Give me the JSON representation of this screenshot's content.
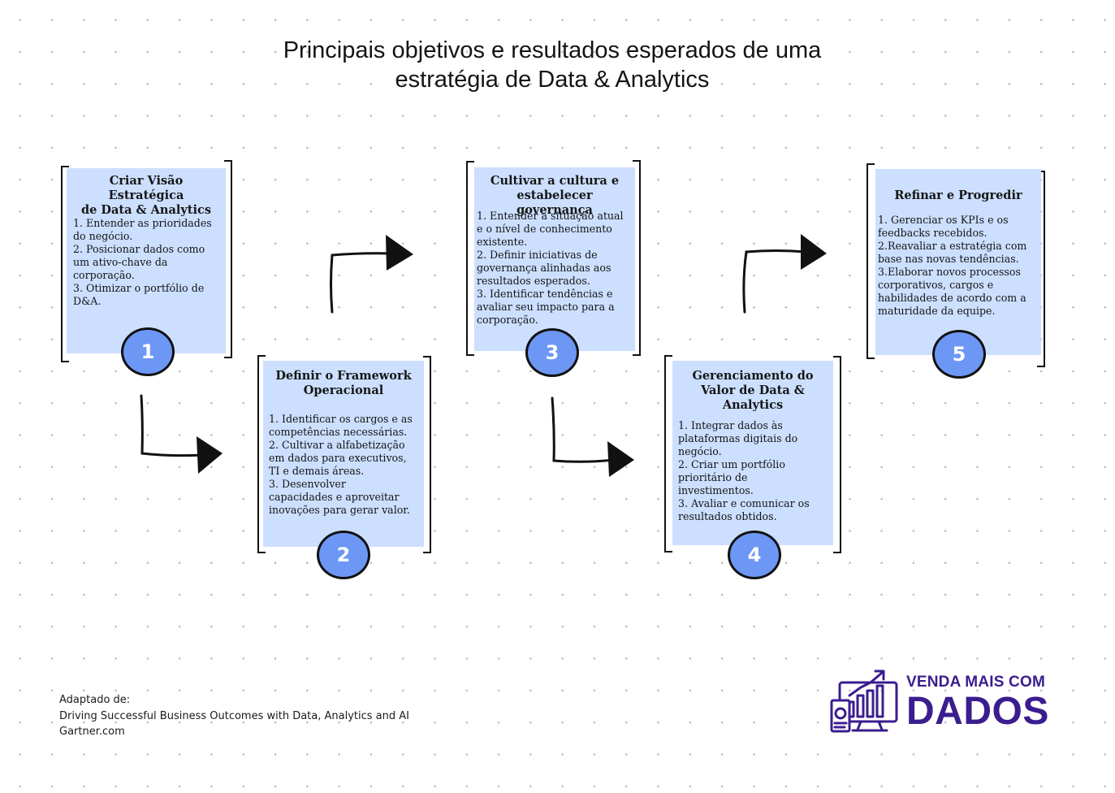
{
  "title": {
    "line1": "Principais objetivos e resultados esperados de uma",
    "line2": "estratégia de Data & Analytics"
  },
  "steps": [
    {
      "number": "1",
      "title_lines": [
        "Criar Visão Estratégica",
        "de Data & Analytics"
      ],
      "body_lines": [
        "1. Entender as prioridades",
        "do negócio.",
        "2. Posicionar dados como",
        "um ativo-chave da",
        "corporação.",
        "3. Otimizar o portfólio de",
        "D&A."
      ]
    },
    {
      "number": "2",
      "title_lines": [
        "Definir o Framework",
        "Operacional"
      ],
      "body_lines": [
        "1. Identificar os cargos e as",
        "competências necessárias.",
        "2. Cultivar a alfabetização",
        "em dados para executivos,",
        "TI e demais áreas.",
        "3. Desenvolver",
        "capacidades e aproveitar",
        "inovações para gerar valor."
      ]
    },
    {
      "number": "3",
      "title_lines": [
        "Cultivar a cultura e",
        "estabelecer governança"
      ],
      "body_lines": [
        "1. Entender a situação atual",
        "e o nível de conhecimento",
        "existente.",
        "2. Definir iniciativas de",
        "governança alinhadas aos",
        "resultados esperados.",
        "3. Identificar tendências e",
        "avaliar seu impacto para a",
        "corporação."
      ]
    },
    {
      "number": "4",
      "title_lines": [
        "Gerenciamento do",
        "Valor de Data &",
        "Analytics"
      ],
      "body_lines": [
        "1. Integrar dados às",
        "plataformas digitais do",
        "negócio.",
        "2. Criar um portfólio",
        "prioritário de",
        "investimentos.",
        "3. Avaliar e comunicar os",
        "resultados obtidos."
      ]
    },
    {
      "number": "5",
      "title_lines": [
        "Refinar e Progredir"
      ],
      "body_lines": [
        "1. Gerenciar os KPIs e os",
        "feedbacks recebidos.",
        "2.Reavaliar a estratégia com",
        "base nas novas tendências.",
        "3.Elaborar novos processos",
        "corporativos, cargos e",
        "habilidades de acordo com a",
        "maturidade da equipe."
      ]
    }
  ],
  "source": {
    "line1": "Adaptado de:",
    "line2": "Driving Successful Business Outcomes with Data, Analytics and AI",
    "line3": "Gartner.com"
  },
  "logo": {
    "line1": "VENDA MAIS COM",
    "line2": "DADOS",
    "icon": "analytics-monitor-icon",
    "color": "#3b1d8f"
  },
  "colors": {
    "card": "#ccdfff",
    "badge": "#6d97f4"
  }
}
